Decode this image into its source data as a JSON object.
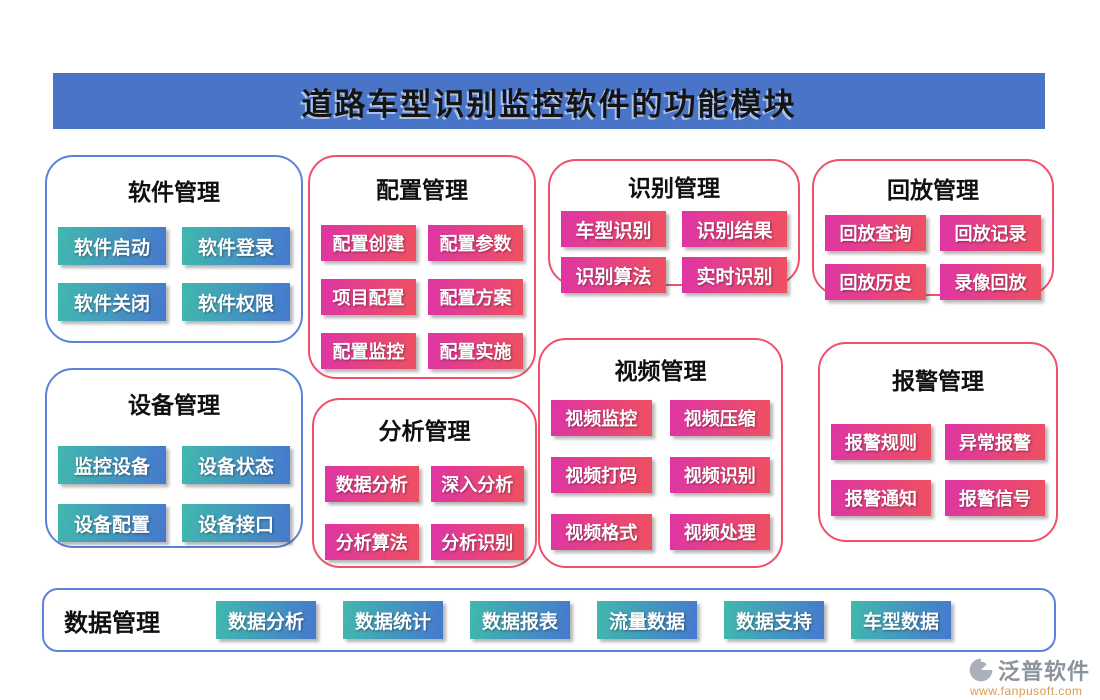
{
  "banner": {
    "title": "道路车型识别监控软件的功能模块"
  },
  "modules": [
    {
      "title": "软件管理",
      "theme": "blue",
      "buttons": [
        "软件启动",
        "软件登录",
        "软件关闭",
        "软件权限"
      ]
    },
    {
      "title": "配置管理",
      "theme": "pink",
      "buttons": [
        "配置创建",
        "配置参数",
        "项目配置",
        "配置方案",
        "配置监控",
        "配置实施"
      ]
    },
    {
      "title": "识别管理",
      "theme": "pink",
      "buttons": [
        "车型识别",
        "识别结果",
        "识别算法",
        "实时识别"
      ]
    },
    {
      "title": "回放管理",
      "theme": "pink",
      "buttons": [
        "回放查询",
        "回放记录",
        "回放历史",
        "录像回放"
      ]
    },
    {
      "title": "设备管理",
      "theme": "blue",
      "buttons": [
        "监控设备",
        "设备状态",
        "设备配置",
        "设备接口"
      ]
    },
    {
      "title": "分析管理",
      "theme": "pink",
      "buttons": [
        "数据分析",
        "深入分析",
        "分析算法",
        "分析识别"
      ]
    },
    {
      "title": "视频管理",
      "theme": "pink",
      "buttons": [
        "视频监控",
        "视频压缩",
        "视频打码",
        "视频识别",
        "视频格式",
        "视频处理"
      ]
    },
    {
      "title": "报警管理",
      "theme": "pink",
      "buttons": [
        "报警规则",
        "异常报警",
        "报警通知",
        "报警信号"
      ]
    }
  ],
  "data_bar": {
    "title": "数据管理",
    "buttons": [
      "数据分析",
      "数据统计",
      "数据报表",
      "流量数据",
      "数据支持",
      "车型数据"
    ]
  },
  "footer": {
    "brand": "泛普软件",
    "website": "www.fanpusoft.com"
  },
  "colors": {
    "banner_bg": "#4a74c8",
    "blue_card_border": "#5b82d8",
    "pink_card_border": "#f0506b",
    "blue_button_gradient_start": "#41b8ae",
    "blue_button_gradient_end": "#4679ce",
    "pink_button_gradient_start": "#de35a4",
    "pink_button_gradient_end": "#ef5060",
    "brand_text": "#8b939d",
    "website_text": "#d99a4e"
  }
}
